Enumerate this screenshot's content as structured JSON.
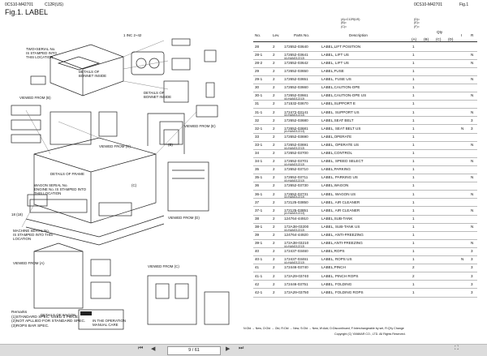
{
  "header": {
    "code": "0CS10-M42701",
    "model": "C12R(US)",
    "figure_title": "Fig.1.  LABEL",
    "code_right": "0CS10-M42701",
    "fig_ref": "Fig.1"
  },
  "spec_notes": [
    "(A)=C12R(US)",
    "(B)=",
    "(C)="
  ],
  "spec_notes2": [
    "(D)=",
    "(E)=",
    "(F)="
  ],
  "table": {
    "headers": {
      "no": "No.",
      "lev": "Lev.",
      "part": "Parts No.",
      "desc": "Description",
      "qty": "Qty",
      "a": "(A)",
      "b": "(B)",
      "c": "(C)",
      "d": "(D)",
      "i": "I",
      "r": "R"
    },
    "rows": [
      {
        "no": "28",
        "lev": "2",
        "part": "172652-03640",
        "desc": "LABEL,LIFT POSITION",
        "a": "1",
        "i": "",
        "r": "",
        "sub": ""
      },
      {
        "no": "28-1",
        "lev": "2",
        "part": "172652-03641",
        "desc": "LABEL, LIFT US",
        "a": "1",
        "i": "",
        "r": "N",
        "sub": "(A>NAM212213)"
      },
      {
        "no": "28-2",
        "lev": "2",
        "part": "172652-03642",
        "desc": "LABEL, LIFT US",
        "a": "1",
        "i": "",
        "r": "N",
        "sub": ""
      },
      {
        "no": "29",
        "lev": "2",
        "part": "172652-03650",
        "desc": "LABEL,FUSE",
        "a": "1",
        "i": "",
        "r": "",
        "sub": ""
      },
      {
        "no": "29-1",
        "lev": "2",
        "part": "172652-03651",
        "desc": "LABEL, FUSE US",
        "a": "1",
        "i": "",
        "r": "N",
        "sub": ""
      },
      {
        "no": "30",
        "lev": "2",
        "part": "172652-03660",
        "desc": "LABEL,CAUTION-OPE",
        "a": "1",
        "i": "",
        "r": "",
        "sub": ""
      },
      {
        "no": "30-1",
        "lev": "2",
        "part": "172652-03661",
        "desc": "LABEL,CAUTION-OPE US",
        "a": "1",
        "i": "",
        "r": "N",
        "sub": "(A>NAM212213)"
      },
      {
        "no": "31",
        "lev": "2",
        "part": "171532-03670",
        "desc": "LABEL,SUPPORT E",
        "a": "1",
        "i": "",
        "r": "",
        "sub": ""
      },
      {
        "no": "31-1",
        "lev": "2",
        "part": "172472-03141",
        "desc": "LABEL, SUPPORT US",
        "a": "1",
        "i": "",
        "r": "N",
        "sub": "(A>NAM212213)"
      },
      {
        "no": "32",
        "lev": "2",
        "part": "172652-03680",
        "desc": "LABEL,SEAT BELT",
        "a": "1",
        "i": "",
        "r": "3",
        "sub": ""
      },
      {
        "no": "32-1",
        "lev": "2",
        "part": "172652-03681",
        "desc": "LABEL, SEAT BELT US",
        "a": "1",
        "i": "N",
        "r": "3",
        "sub": "(A>NAM212213)"
      },
      {
        "no": "33",
        "lev": "2",
        "part": "172652-03690",
        "desc": "LABEL,OPERATE",
        "a": "1",
        "i": "",
        "r": "",
        "sub": ""
      },
      {
        "no": "33-1",
        "lev": "2",
        "part": "172652-03691",
        "desc": "LABEL, OPERATE US",
        "a": "1",
        "i": "",
        "r": "N",
        "sub": "(A>NAM212213)"
      },
      {
        "no": "34",
        "lev": "2",
        "part": "172652-03700",
        "desc": "LABEL,CONTROL",
        "a": "1",
        "i": "",
        "r": "",
        "sub": ""
      },
      {
        "no": "34-1",
        "lev": "2",
        "part": "172652-03701",
        "desc": "LABEL, SPEED SELECT",
        "a": "1",
        "i": "",
        "r": "N",
        "sub": "(A>NAM212213)"
      },
      {
        "no": "35",
        "lev": "2",
        "part": "172652-03710",
        "desc": "LABEL,PARKING",
        "a": "1",
        "i": "",
        "r": "",
        "sub": ""
      },
      {
        "no": "35-1",
        "lev": "2",
        "part": "172652-03711",
        "desc": "LABEL, PARKING US",
        "a": "1",
        "i": "",
        "r": "N",
        "sub": "(A>NAM212213)"
      },
      {
        "no": "36",
        "lev": "2",
        "part": "172652-03730",
        "desc": "LABEL,WAGON",
        "a": "1",
        "i": "",
        "r": "",
        "sub": ""
      },
      {
        "no": "36-1",
        "lev": "2",
        "part": "172652-03731",
        "desc": "LABEL, WAGON US",
        "a": "1",
        "i": "",
        "r": "N",
        "sub": "(A>NAM212213)"
      },
      {
        "no": "37",
        "lev": "2",
        "part": "172125-03850",
        "desc": "LABEL, AIR CLEANER",
        "a": "1",
        "i": "",
        "r": "",
        "sub": ""
      },
      {
        "no": "37-1",
        "lev": "2",
        "part": "172125-03851",
        "desc": "LABEL, AIR CLEANER",
        "a": "1",
        "i": "",
        "r": "N",
        "sub": "(A>NAM212213)"
      },
      {
        "no": "38",
        "lev": "2",
        "part": "124764-44910",
        "desc": "LABEL,SUB-TANK",
        "a": "1",
        "i": "",
        "r": "",
        "sub": ""
      },
      {
        "no": "38-1",
        "lev": "2",
        "part": "172A38-03200",
        "desc": "LABEL, SUB-TANK US",
        "a": "1",
        "i": "",
        "r": "N",
        "sub": "(A>NAM212213)"
      },
      {
        "no": "39",
        "lev": "2",
        "part": "124764-44920",
        "desc": "LABEL, ANTI-FREEZING",
        "a": "1",
        "i": "",
        "r": "",
        "sub": ""
      },
      {
        "no": "39-1",
        "lev": "2",
        "part": "172A38-03210",
        "desc": "LABEL,ANTI-FREEZING",
        "a": "1",
        "i": "",
        "r": "N",
        "sub": "(A>NAM212213)"
      },
      {
        "no": "40",
        "lev": "2",
        "part": "172437-03460",
        "desc": "LABEL,ROPS",
        "a": "1",
        "i": "",
        "r": "3",
        "sub": ""
      },
      {
        "no": "40-1",
        "lev": "2",
        "part": "172437-03461",
        "desc": "LABEL, ROPS US",
        "a": "1",
        "i": "N",
        "r": "3",
        "sub": "(A>NAM212213)"
      },
      {
        "no": "41",
        "lev": "2",
        "part": "172446-03740",
        "desc": "LABEL,PINCH",
        "a": "2",
        "i": "",
        "r": "3",
        "sub": ""
      },
      {
        "no": "41-1",
        "lev": "2",
        "part": "172A29-03740",
        "desc": "LABEL, PINCH ROPS",
        "a": "2",
        "i": "",
        "r": "3",
        "sub": ""
      },
      {
        "no": "42",
        "lev": "2",
        "part": "172446-03751",
        "desc": "LABEL, FOLDING",
        "a": "1",
        "i": "",
        "r": "3",
        "sub": ""
      },
      {
        "no": "42-1",
        "lev": "2",
        "part": "172A29-03750",
        "desc": "LABEL, FOLDING ROPS",
        "a": "1",
        "i": "",
        "r": "3",
        "sub": ""
      }
    ]
  },
  "remarks": {
    "title": "Remarks",
    "lines": [
      "(1)STANDARD SPEC. USED 1 PIECE.",
      "(2)NOT APLLIED FOR STANDARD SPEC.",
      "(3)ROPS BAR SPEC."
    ]
  },
  "drawing_labels": {
    "inc": "1  INC 2~42",
    "serial1": [
      "TWO×SERIAL No.",
      "IS STAMPED INTO",
      "THIS LOCATION"
    ],
    "details_bonnet1": [
      "DETAILS OF",
      "BONNET INSIDE"
    ],
    "details_bonnet2": [
      "DETAILS OF",
      "BONNET INSIDE"
    ],
    "viewed_b": "VIEWED FROM (B)",
    "viewed_e": "VIEWED FROM (E)",
    "viewed_c": "VIEWED FROM (C)",
    "viewed_d": "VIEWED FROM (D)",
    "viewed_a": "VIEWED FROM (A)",
    "viewed_c2": "VIEWED FROM (C)",
    "details_frame": "DETAILS OF FRAME",
    "wagon_serial": [
      "WAGON SERIAL No.",
      "ENGINE No. IS STAMPED INTO",
      "THIS LOCATION"
    ],
    "machine_serial": [
      "MACHINE SERIAL No.",
      "IS STAMPED INTO THIS",
      "LOCATION"
    ],
    "details_wagon": "DETAILS OF WAGON",
    "danger": "DANGER",
    "operation": [
      "IN THE OPERATION",
      "MANUAL CARE"
    ],
    "mark_b": "(B)",
    "mark_c": "(C)",
    "mark_18": "18 (18)"
  },
  "footer": {
    "legend": "N:Old → New, O:Old → Old, R:Old → New, S:Old → New, W:Add, D:Discontinued, F:Interchangeable by set, R:Q'ty Change",
    "copyright": "Copyright (C) YANMAR CO., LTD. All Rights Reserved."
  },
  "viewer": {
    "page_current": "9",
    "page_total": "61",
    "page_display": "9 / 61"
  }
}
